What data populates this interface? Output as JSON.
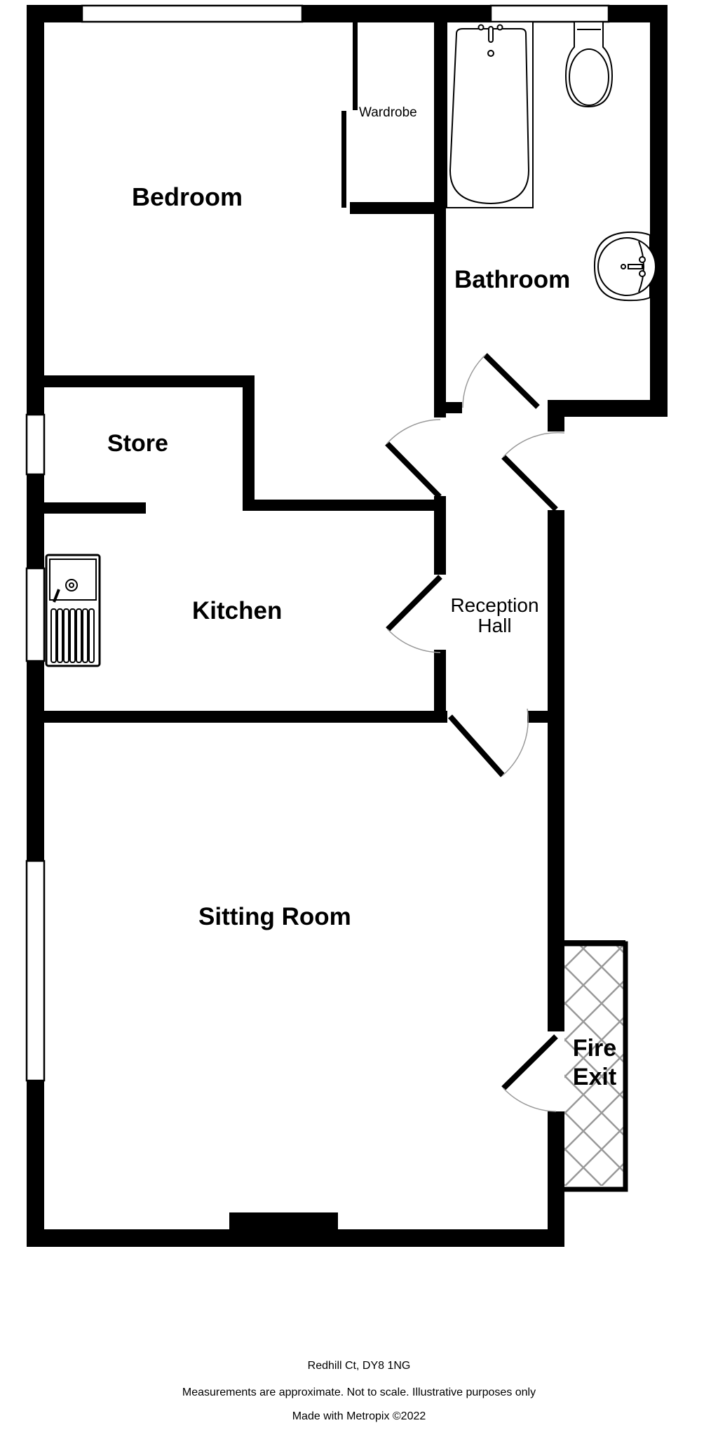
{
  "plan": {
    "wall_color": "#000000",
    "background_color": "#ffffff",
    "door_arc_color": "#999999",
    "hatch_color": "#999999"
  },
  "rooms": {
    "bedroom": "Bedroom",
    "wardrobe": "Wardrobe",
    "bathroom": "Bathroom",
    "store": "Store",
    "kitchen": "Kitchen",
    "reception_line1": "Reception",
    "reception_line2": "Hall",
    "sitting_room": "Sitting Room",
    "fire_exit_line1": "Fire",
    "fire_exit_line2": "Exit"
  },
  "fixtures": [
    "bath",
    "toilet",
    "wash-basin",
    "kitchen-sink",
    "fireplace"
  ],
  "footer": {
    "address": "Redhill Ct, DY8 1NG",
    "disclaimer": "Measurements are approximate.  Not to scale.  Illustrative purposes only",
    "credit": "Made with Metropix ©2022"
  }
}
